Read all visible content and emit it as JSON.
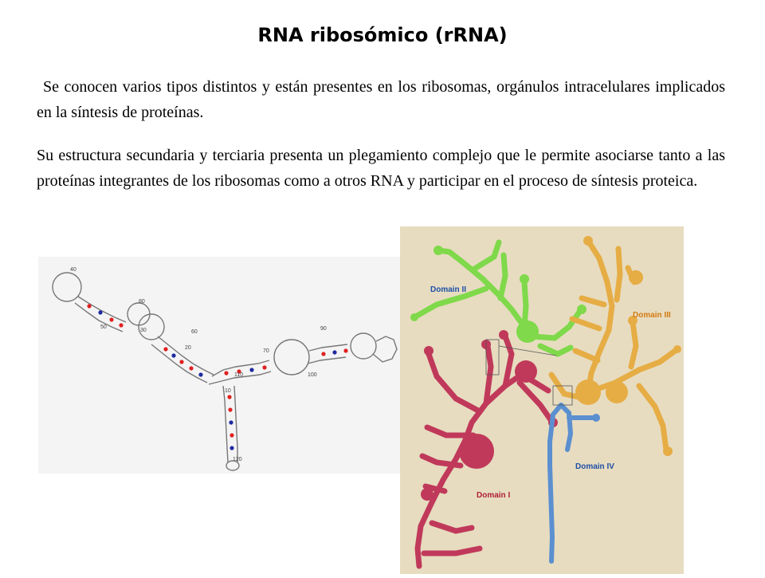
{
  "slide": {
    "title": "RNA ribosómico (rRNA)",
    "paragraph_1": "Se conocen varios tipos distintos y están presentes en los ribosomas, orgánulos intracelulares implicados en la síntesis de proteínas.",
    "paragraph_2": "Su estructura secundaria y terciaria presenta un plegamiento complejo que le permite asociarse tanto a las proteínas integrantes de los ribosomas como a otros RNA y participar en el proceso de síntesis proteica."
  },
  "figure_5s": {
    "numbers": [
      "10",
      "20",
      "30",
      "40",
      "50",
      "60",
      "70",
      "80",
      "90",
      "100",
      "110",
      "120"
    ]
  },
  "figure_16s": {
    "domain_1": "Domain I",
    "domain_2": "Domain II",
    "domain_3": "Domain III",
    "domain_4": "Domain IV"
  },
  "colors": {
    "domain_1": "#c0395a",
    "domain_2": "#7fd94a",
    "domain_3": "#e6ad45",
    "domain_4": "#5b8fd0",
    "base_pair_red": "#e02020",
    "base_pair_blue": "#1e2aa0",
    "label_blue": "#1f4fa6",
    "label_orange": "#d47a10",
    "label_green": "#2e8a2e",
    "label_red": "#b0203a"
  }
}
